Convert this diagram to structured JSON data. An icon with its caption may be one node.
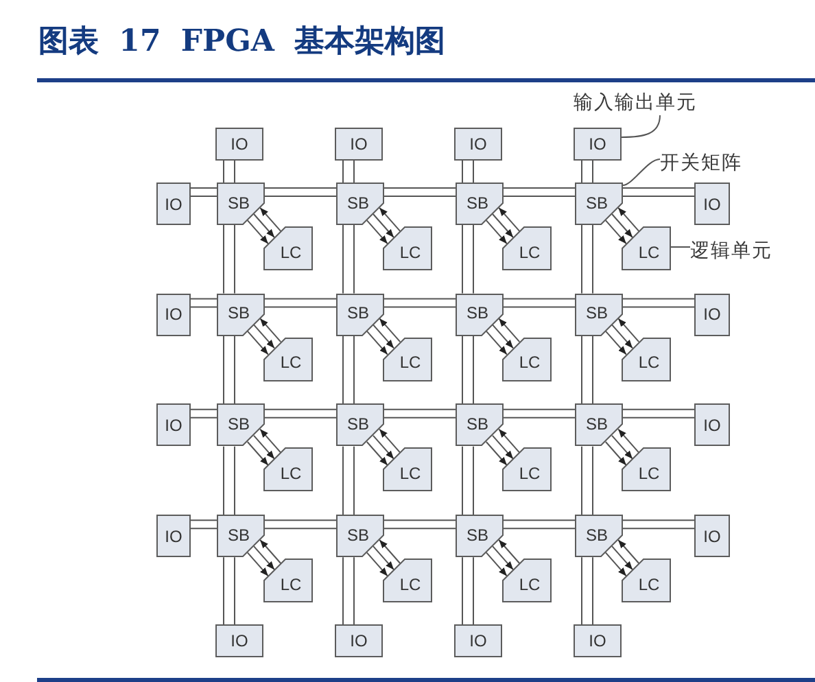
{
  "diagram": {
    "title": "图表 17 FPGA 基本架构图",
    "nodes": [
      {
        "text": [
          "输入输出单元"
        ]
      },
      {
        "text": [
          "IO"
        ]
      },
      {
        "text": [
          "IO"
        ]
      },
      {
        "text": [
          "IO"
        ]
      },
      {
        "text": [
          "IO"
        ]
      },
      {
        "text": [
          "开关矩阵"
        ]
      },
      {
        "text": [
          "IO"
        ]
      },
      {
        "text": [
          "SB"
        ]
      },
      {
        "text": [
          "SB"
        ]
      },
      {
        "text": [
          "SB"
        ]
      },
      {
        "text": [
          "SB"
        ]
      },
      {
        "text": [
          "IO"
        ]
      },
      {
        "text": [
          "LC"
        ]
      },
      {
        "text": [
          "LC"
        ]
      },
      {
        "text": [
          "LC"
        ]
      },
      {
        "text": [
          "LC"
        ]
      },
      {
        "text": [
          "逻辑单元"
        ]
      },
      {
        "text": [
          "IO"
        ]
      },
      {
        "text": [
          "SB"
        ]
      },
      {
        "text": [
          "SB"
        ]
      },
      {
        "text": [
          "SB"
        ]
      },
      {
        "text": [
          "SB"
        ]
      },
      {
        "text": [
          "IO"
        ]
      },
      {
        "text": [
          "LC"
        ]
      },
      {
        "text": [
          "LC"
        ]
      },
      {
        "text": [
          "LC"
        ]
      },
      {
        "text": [
          "LC"
        ]
      },
      {
        "text": [
          "IO"
        ]
      },
      {
        "text": [
          "SB"
        ]
      },
      {
        "text": [
          "SB"
        ]
      },
      {
        "text": [
          "SB"
        ]
      },
      {
        "text": [
          "SB"
        ]
      },
      {
        "text": [
          "IO"
        ]
      },
      {
        "text": [
          "LC"
        ]
      },
      {
        "text": [
          "LC"
        ]
      },
      {
        "text": [
          "LC"
        ]
      },
      {
        "text": [
          "LC"
        ]
      },
      {
        "text": [
          "IO"
        ]
      },
      {
        "text": [
          "SB"
        ]
      },
      {
        "text": [
          "SB"
        ]
      },
      {
        "text": [
          "SB"
        ]
      },
      {
        "text": [
          "SB"
        ]
      },
      {
        "text": [
          "IO"
        ]
      },
      {
        "text": [
          "LC"
        ]
      },
      {
        "text": [
          "LC"
        ]
      },
      {
        "text": [
          "LC"
        ]
      },
      {
        "text": [
          "LC"
        ]
      },
      {
        "text": [
          "IO"
        ]
      },
      {
        "text": [
          "IO"
        ]
      },
      {
        "text": [
          "IO"
        ]
      },
      {
        "text": [
          "IO"
        ]
      }
    ],
    "edges": [
      {
        "from": 0,
        "to": 4,
        "arrow": "none"
      },
      {
        "from": 5,
        "to": 10,
        "arrow": "none"
      },
      {
        "from": 16,
        "to": 15,
        "arrow": "none"
      },
      {
        "from": 1,
        "to": 7,
        "arrow": "none"
      },
      {
        "from": 2,
        "to": 8,
        "arrow": "none"
      },
      {
        "from": 3,
        "to": 9,
        "arrow": "none"
      },
      {
        "from": 4,
        "to": 10,
        "arrow": "none"
      },
      {
        "from": 6,
        "to": 7,
        "arrow": "none"
      },
      {
        "from": 7,
        "to": 8,
        "arrow": "none"
      },
      {
        "from": 8,
        "to": 9,
        "arrow": "none"
      },
      {
        "from": 9,
        "to": 10,
        "arrow": "none"
      },
      {
        "from": 10,
        "to": 11,
        "arrow": "none"
      },
      {
        "from": 12,
        "to": 7,
        "arrow": "to"
      },
      {
        "from": 7,
        "to": 12,
        "arrow": "to"
      },
      {
        "from": 7,
        "to": 12,
        "arrow": "to"
      },
      {
        "from": 13,
        "to": 8,
        "arrow": "to"
      },
      {
        "from": 8,
        "to": 13,
        "arrow": "to"
      },
      {
        "from": 8,
        "to": 13,
        "arrow": "to"
      },
      {
        "from": 14,
        "to": 9,
        "arrow": "to"
      },
      {
        "from": 9,
        "to": 14,
        "arrow": "to"
      },
      {
        "from": 9,
        "to": 14,
        "arrow": "to"
      },
      {
        "from": 15,
        "to": 10,
        "arrow": "to"
      },
      {
        "from": 10,
        "to": 15,
        "arrow": "to"
      },
      {
        "from": 10,
        "to": 15,
        "arrow": "to"
      },
      {
        "from": 7,
        "to": 18,
        "arrow": "none"
      },
      {
        "from": 8,
        "to": 19,
        "arrow": "none"
      },
      {
        "from": 9,
        "to": 20,
        "arrow": "none"
      },
      {
        "from": 10,
        "to": 21,
        "arrow": "none"
      },
      {
        "from": 17,
        "to": 18,
        "arrow": "none"
      },
      {
        "from": 18,
        "to": 19,
        "arrow": "none"
      },
      {
        "from": 19,
        "to": 20,
        "arrow": "none"
      },
      {
        "from": 20,
        "to": 21,
        "arrow": "none"
      },
      {
        "from": 21,
        "to": 22,
        "arrow": "none"
      },
      {
        "from": 23,
        "to": 18,
        "arrow": "to"
      },
      {
        "from": 18,
        "to": 23,
        "arrow": "to"
      },
      {
        "from": 18,
        "to": 23,
        "arrow": "to"
      },
      {
        "from": 24,
        "to": 19,
        "arrow": "to"
      },
      {
        "from": 19,
        "to": 24,
        "arrow": "to"
      },
      {
        "from": 19,
        "to": 24,
        "arrow": "to"
      },
      {
        "from": 25,
        "to": 20,
        "arrow": "to"
      },
      {
        "from": 20,
        "to": 25,
        "arrow": "to"
      },
      {
        "from": 20,
        "to": 25,
        "arrow": "to"
      },
      {
        "from": 26,
        "to": 21,
        "arrow": "to"
      },
      {
        "from": 21,
        "to": 26,
        "arrow": "to"
      },
      {
        "from": 21,
        "to": 26,
        "arrow": "to"
      },
      {
        "from": 18,
        "to": 28,
        "arrow": "none"
      },
      {
        "from": 19,
        "to": 29,
        "arrow": "none"
      },
      {
        "from": 20,
        "to": 30,
        "arrow": "none"
      },
      {
        "from": 21,
        "to": 31,
        "arrow": "none"
      },
      {
        "from": 27,
        "to": 28,
        "arrow": "none"
      },
      {
        "from": 28,
        "to": 29,
        "arrow": "none"
      },
      {
        "from": 29,
        "to": 30,
        "arrow": "none"
      },
      {
        "from": 30,
        "to": 31,
        "arrow": "none"
      },
      {
        "from": 31,
        "to": 32,
        "arrow": "none"
      },
      {
        "from": 33,
        "to": 28,
        "arrow": "to"
      },
      {
        "from": 28,
        "to": 33,
        "arrow": "to"
      },
      {
        "from": 28,
        "to": 33,
        "arrow": "to"
      },
      {
        "from": 34,
        "to": 29,
        "arrow": "to"
      },
      {
        "from": 29,
        "to": 34,
        "arrow": "to"
      },
      {
        "from": 29,
        "to": 34,
        "arrow": "to"
      },
      {
        "from": 35,
        "to": 30,
        "arrow": "to"
      },
      {
        "from": 30,
        "to": 35,
        "arrow": "to"
      },
      {
        "from": 30,
        "to": 35,
        "arrow": "to"
      },
      {
        "from": 36,
        "to": 31,
        "arrow": "to"
      },
      {
        "from": 31,
        "to": 36,
        "arrow": "to"
      },
      {
        "from": 31,
        "to": 36,
        "arrow": "to"
      },
      {
        "from": 28,
        "to": 38,
        "arrow": "none"
      },
      {
        "from": 29,
        "to": 39,
        "arrow": "none"
      },
      {
        "from": 30,
        "to": 40,
        "arrow": "none"
      },
      {
        "from": 31,
        "to": 41,
        "arrow": "none"
      },
      {
        "from": 37,
        "to": 38,
        "arrow": "none"
      },
      {
        "from": 38,
        "to": 39,
        "arrow": "none"
      },
      {
        "from": 39,
        "to": 40,
        "arrow": "none"
      },
      {
        "from": 40,
        "to": 41,
        "arrow": "none"
      },
      {
        "from": 41,
        "to": 42,
        "arrow": "none"
      },
      {
        "from": 43,
        "to": 38,
        "arrow": "to"
      },
      {
        "from": 38,
        "to": 43,
        "arrow": "to"
      },
      {
        "from": 38,
        "to": 43,
        "arrow": "to"
      },
      {
        "from": 44,
        "to": 39,
        "arrow": "to"
      },
      {
        "from": 39,
        "to": 44,
        "arrow": "to"
      },
      {
        "from": 39,
        "to": 44,
        "arrow": "to"
      },
      {
        "from": 45,
        "to": 40,
        "arrow": "to"
      },
      {
        "from": 40,
        "to": 45,
        "arrow": "to"
      },
      {
        "from": 40,
        "to": 45,
        "arrow": "to"
      },
      {
        "from": 46,
        "to": 41,
        "arrow": "to"
      },
      {
        "from": 41,
        "to": 46,
        "arrow": "to"
      },
      {
        "from": 41,
        "to": 46,
        "arrow": "to"
      },
      {
        "from": 38,
        "to": 47,
        "arrow": "none"
      },
      {
        "from": 39,
        "to": 48,
        "arrow": "none"
      },
      {
        "from": 40,
        "to": 49,
        "arrow": "none"
      },
      {
        "from": 41,
        "to": 50,
        "arrow": "none"
      }
    ]
  }
}
